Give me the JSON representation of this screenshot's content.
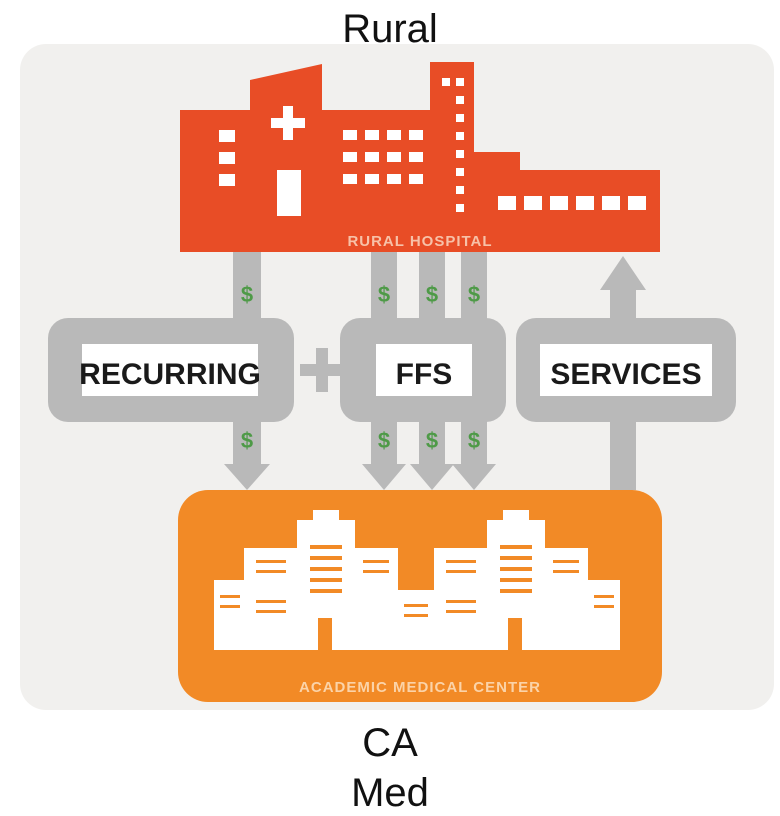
{
  "captions": {
    "top": "Rural",
    "bottom_line1": "CA",
    "bottom_line2": "Med"
  },
  "diagram": {
    "rural_hospital_label": "RURAL HOSPITAL",
    "academic_center_label": "ACADEMIC MEDICAL CENTER",
    "boxes": {
      "recurring": "RECURRING",
      "ffs": "FFS",
      "services": "SERVICES"
    },
    "plus_sign": "+",
    "dollar_sign": "$",
    "colors": {
      "rural_hospital": "#e84d26",
      "academic_center": "#f28a26",
      "flow_gray": "#b9b9b9",
      "dollar_green": "#4e9a47",
      "panel_bg": "#f1f0ee"
    }
  }
}
